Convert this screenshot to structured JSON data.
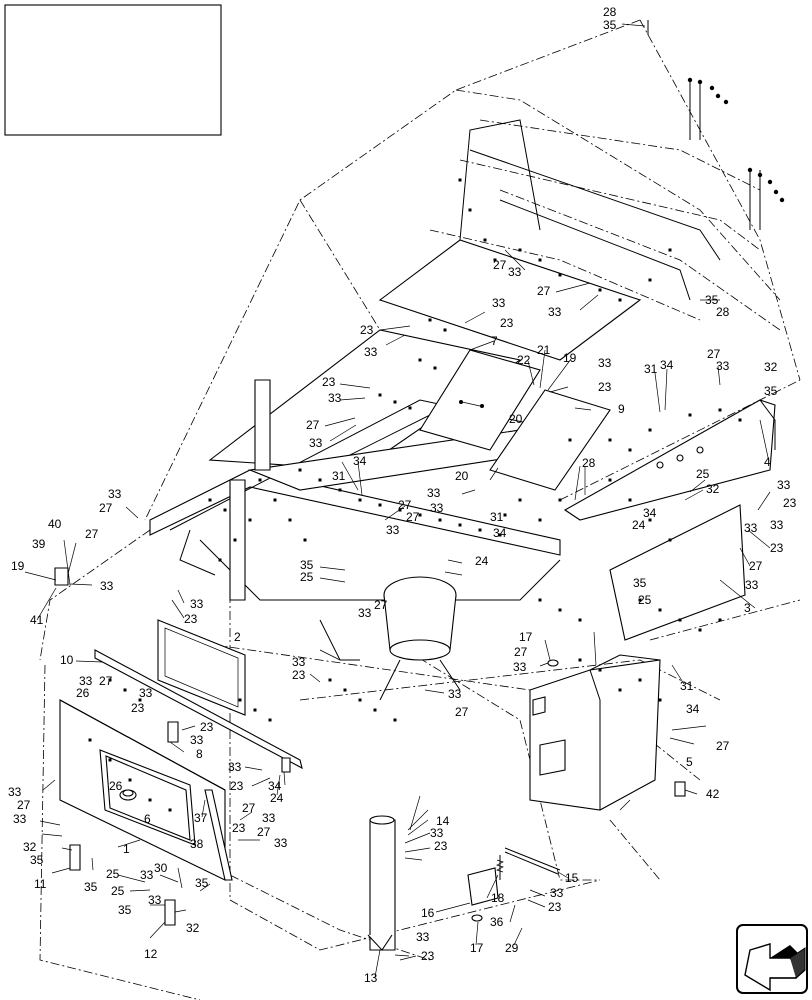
{
  "title_block": {
    "text": ""
  },
  "callouts": [
    "28",
    "35",
    "27",
    "33",
    "27",
    "33",
    "35",
    "28",
    "23",
    "33",
    "23",
    "33",
    "23",
    "33",
    "7",
    "22",
    "21",
    "19",
    "33",
    "23",
    "31",
    "34",
    "27",
    "33",
    "32",
    "35",
    "20",
    "9",
    "27",
    "33",
    "20",
    "4",
    "34",
    "31",
    "33",
    "27",
    "28",
    "25",
    "32",
    "33",
    "23",
    "33",
    "27",
    "33",
    "24",
    "34",
    "31",
    "27",
    "33",
    "33",
    "34",
    "33",
    "23",
    "24",
    "35",
    "25",
    "27",
    "33",
    "33",
    "23",
    "35",
    "25",
    "33",
    "27",
    "3",
    "40",
    "27",
    "39",
    "33",
    "19",
    "41",
    "2",
    "17",
    "27",
    "33",
    "10",
    "33",
    "27",
    "26",
    "33",
    "23",
    "23",
    "33",
    "31",
    "34",
    "33",
    "27",
    "8",
    "33",
    "23",
    "34",
    "24",
    "23",
    "33",
    "5",
    "27",
    "26",
    "6",
    "42",
    "37",
    "27",
    "33",
    "23",
    "27",
    "33",
    "38",
    "33",
    "27",
    "33",
    "1",
    "32",
    "35",
    "14",
    "33",
    "23",
    "15",
    "11",
    "35",
    "25",
    "33",
    "30",
    "35",
    "25",
    "35",
    "33",
    "18",
    "33",
    "16",
    "36",
    "23",
    "32",
    "12",
    "17",
    "29",
    "33",
    "13",
    "23"
  ],
  "icons": {
    "corner_badge": "next-view-arrow-icon"
  }
}
